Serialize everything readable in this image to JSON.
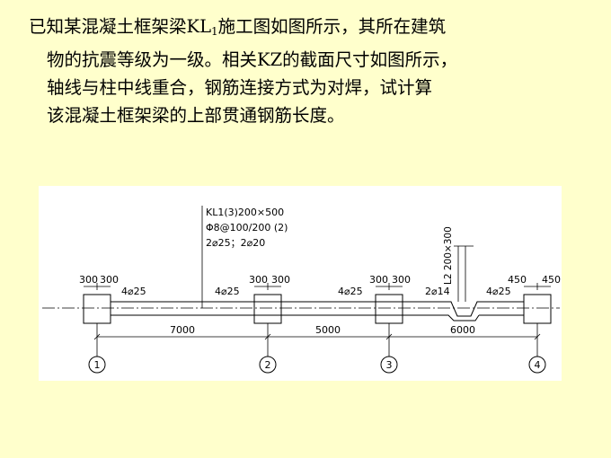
{
  "problem": {
    "line1_prefix": "已知某混凝土框架梁KL",
    "line1_sub": "1",
    "line1_suffix": "施工图如图所示，其所在建筑",
    "line2": "物的抗震等级为一级。相关KZ的截面尺寸如图所示，",
    "line3": "轴线与柱中线重合，钢筋连接方式为对焊，试计算",
    "line4": "该混凝土框架梁的上部贯通钢筋长度。"
  },
  "drawing": {
    "annotation": {
      "line1": "KL1(3)200×500",
      "line2": "Φ8@100/200 (2)",
      "line3": "2⌀25；2⌀20"
    },
    "l2_label": "L2 200×300",
    "columns": [
      {
        "left": "300",
        "right": "300"
      },
      {
        "left": "300",
        "right": "300"
      },
      {
        "left": "300",
        "right": "300"
      },
      {
        "left": "450",
        "right": "450"
      }
    ],
    "rebar_labels": [
      "4⌀25",
      "4⌀25",
      "4⌀25",
      "2⌀14",
      "4⌀25"
    ],
    "spans": [
      "7000",
      "5000",
      "6000"
    ],
    "axes": [
      "1",
      "2",
      "3",
      "4"
    ],
    "colors": {
      "background": "#ffffcc",
      "drawing_bg": "#ffffff",
      "ink": "#000000"
    }
  }
}
